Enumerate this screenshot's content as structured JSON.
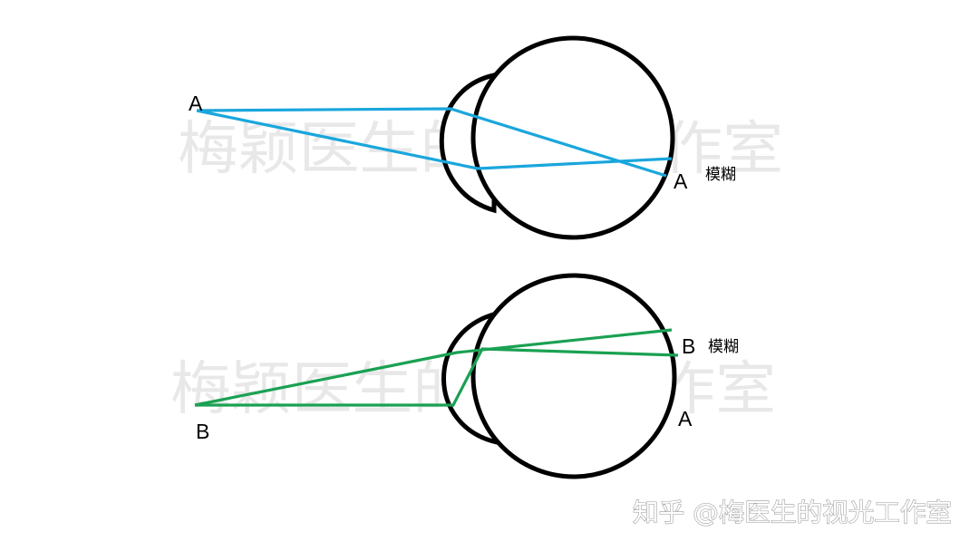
{
  "colors": {
    "outline": "#000000",
    "ray_top": "#1aa6dd",
    "ray_bottom": "#1aa152",
    "watermark": "#bdbdbd"
  },
  "top_diagram": {
    "object_label": "A",
    "image_label": "A",
    "blur_note": "模糊",
    "watermark": "梅颖医生的视光工作室"
  },
  "bottom_diagram": {
    "object_label": "B",
    "image_label_b": "B",
    "image_label_a": "A",
    "blur_note": "模糊",
    "watermark": "梅颖医生的视光工作室"
  },
  "footer": {
    "watermark": "知乎 @梅医生的视光工作室"
  }
}
